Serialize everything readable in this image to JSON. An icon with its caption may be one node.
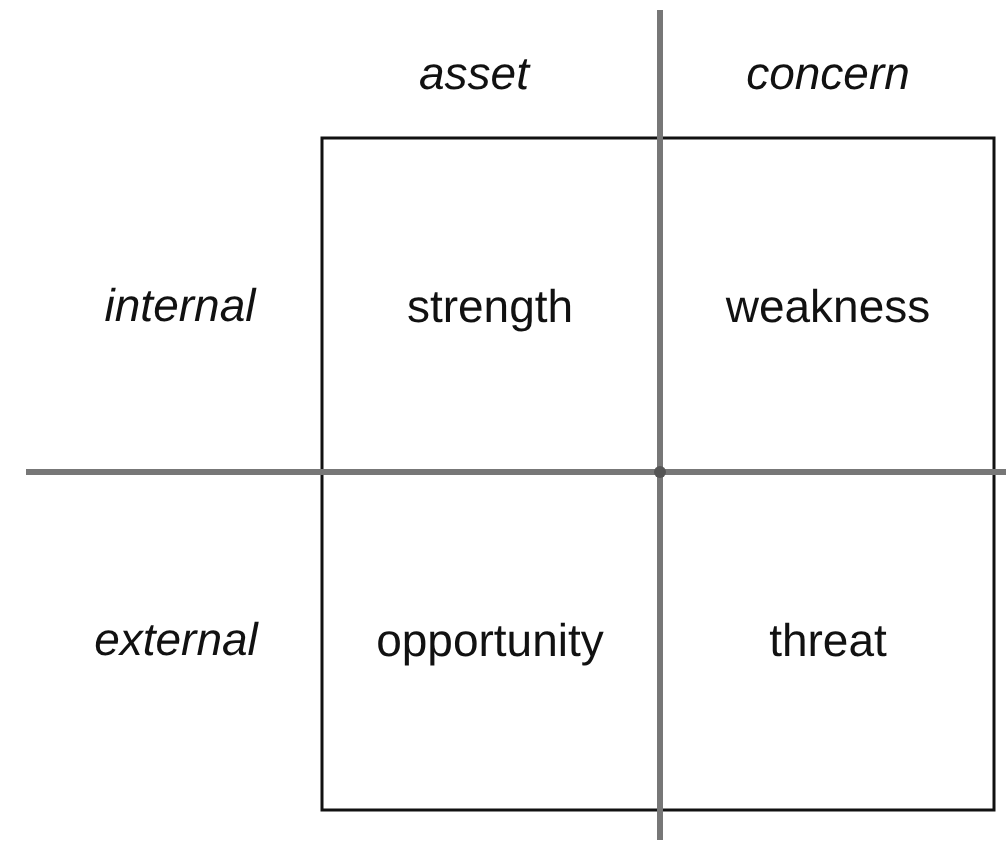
{
  "diagram": {
    "nodes": [
      {
        "text": [
          "strength"
        ]
      },
      {
        "text": [
          "weakness"
        ]
      },
      {
        "text": [
          "opportunity"
        ]
      },
      {
        "text": [
          "threat"
        ]
      }
    ],
    "labels": [
      "asset",
      "concern",
      "internal",
      "external"
    ]
  }
}
